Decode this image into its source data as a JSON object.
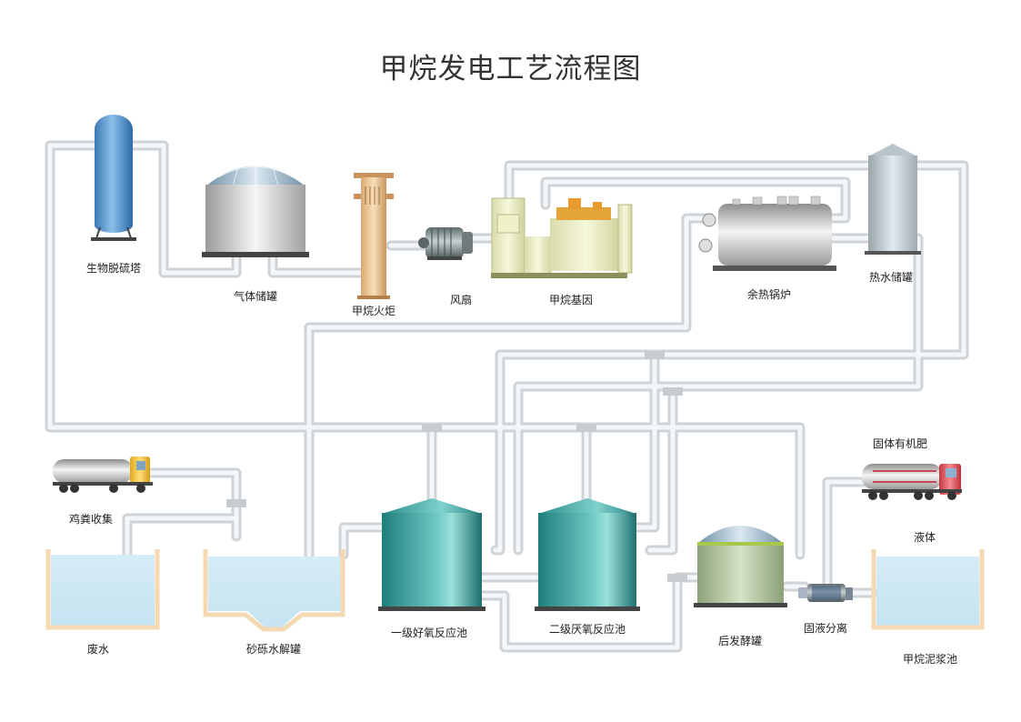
{
  "title": "甲烷发电工艺流程图",
  "labels": {
    "desulfurizer": "生物脱硫塔",
    "gas_tank": "气体储罐",
    "flare": "甲烷火炬",
    "fan": "风扇",
    "generator": "甲烷基因",
    "boiler": "余热锅炉",
    "hot_water_tank": "热水储罐",
    "manure_truck": "鸡粪收集",
    "waste_water": "废水",
    "grit_tank": "砂砾水解罐",
    "aerobic_reactor": "一级好氧反应池",
    "anaerobic_reactor": "二级厌氧反应池",
    "post_fermenter": "后发酵罐",
    "separator": "固液分离",
    "solid_fertilizer": "固体有机肥",
    "liquid": "液体",
    "slurry_pool": "甲烷泥浆池"
  }
}
